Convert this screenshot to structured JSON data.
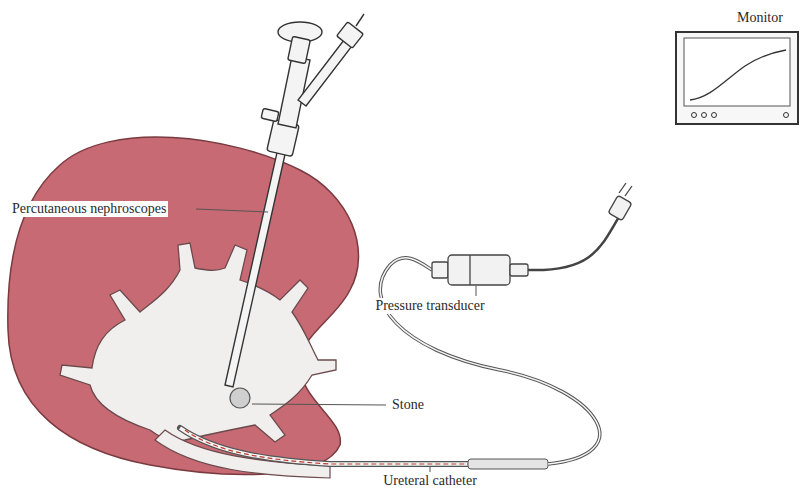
{
  "diagram": {
    "labels": [
      "Percutaneous nephroscopes",
      "Monitor",
      "Pressure transducer",
      "Stone",
      "Ureteral catheter"
    ]
  }
}
